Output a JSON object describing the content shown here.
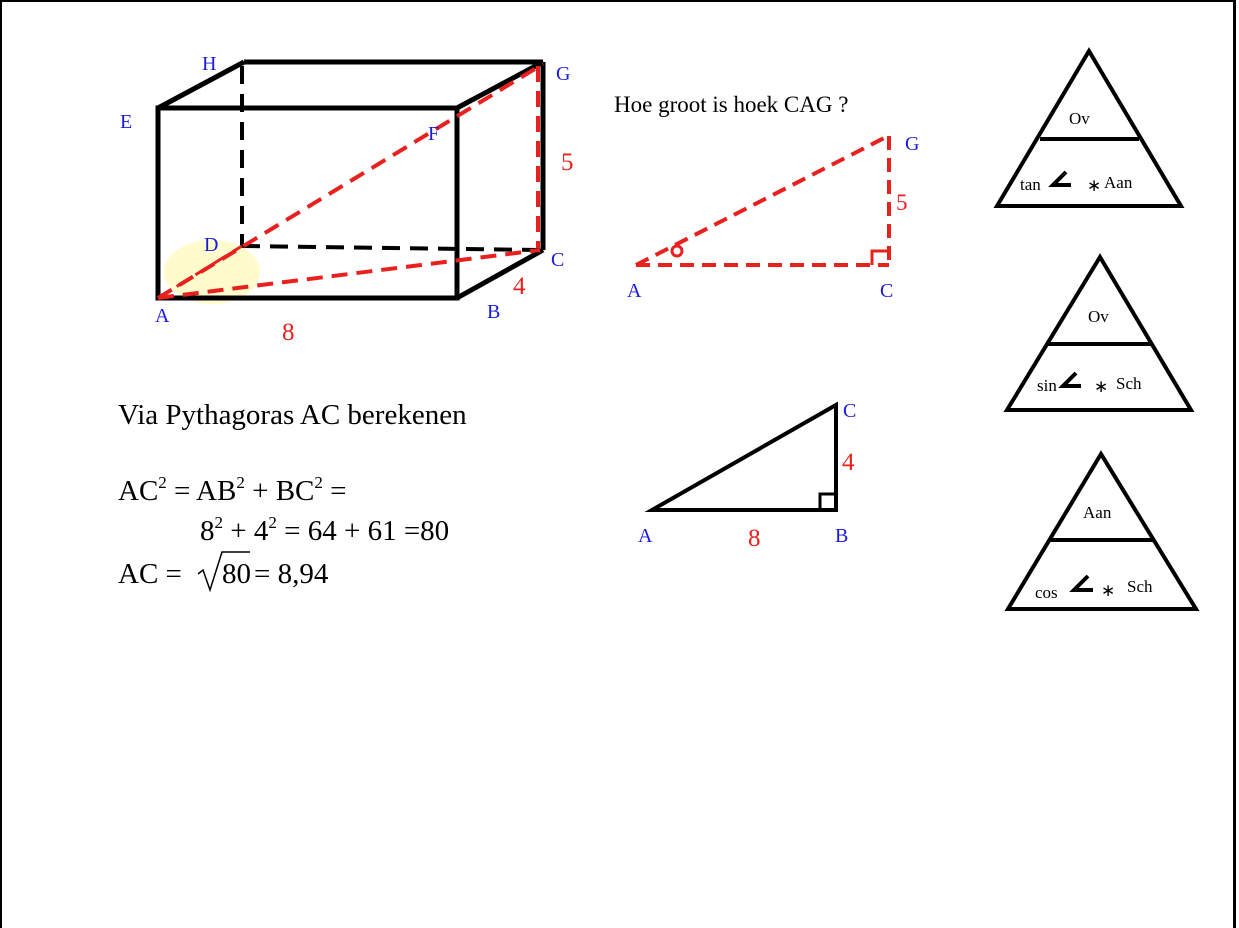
{
  "cuboid": {
    "vertices": {
      "E": "E",
      "H": "H",
      "G": "G",
      "F": "F",
      "D": "D",
      "C": "C",
      "A": "A",
      "B": "B"
    },
    "len_AB": "8",
    "len_BC": "4",
    "len_CG": "5"
  },
  "question": "Hoe groot is hoek CAG ?",
  "triangle_acg": {
    "A": "A",
    "C": "C",
    "G": "G",
    "len_CG": "5"
  },
  "triangle_abc": {
    "A": "A",
    "B": "B",
    "C": "C",
    "len_AB": "8",
    "len_BC": "4"
  },
  "pythagoras": {
    "heading": "Via Pythagoras   AC berekenen",
    "l1": {
      "a": "AC",
      "e1": "2",
      "b": " = AB",
      "e2": "2",
      "c": " + BC",
      "e3": "2",
      "d": "  ="
    },
    "l2": {
      "a": "8",
      "e1": "2",
      "b": " + 4",
      "e2": "2",
      "c": "  = 64 + 61 =80"
    },
    "l3": {
      "a": "AC = ",
      "root": "80",
      "b": "  = 8,94"
    }
  },
  "sohcahtoa": [
    {
      "top": "Ov",
      "func": "tan",
      "mul": "∗",
      "right": "Aan"
    },
    {
      "top": "Ov",
      "func": "sin",
      "mul": "∗",
      "right": "Sch"
    },
    {
      "top": "Aan",
      "func": "cos",
      "mul": "∗",
      "right": "Sch"
    }
  ],
  "colors": {
    "accent_red": "#e8201e",
    "label_blue": "#1a1adb",
    "marker_yellow": "#fffbc8"
  }
}
